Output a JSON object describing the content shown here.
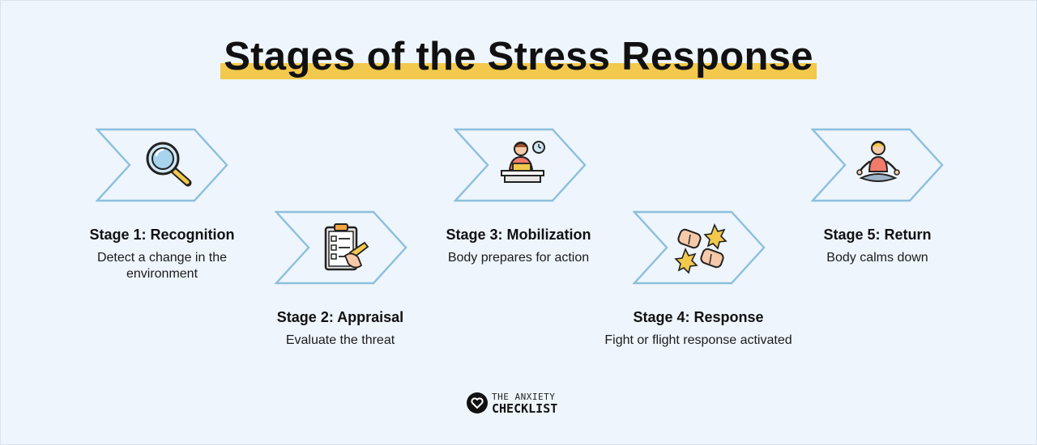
{
  "title": "Stages of the Stress Response",
  "stages": [
    {
      "name": "Stage 1: Recognition",
      "desc": "Detect a change in the environment",
      "icon": "magnifying-glass-icon"
    },
    {
      "name": "Stage 2: Appraisal",
      "desc": "Evaluate the threat",
      "icon": "clipboard-checklist-icon"
    },
    {
      "name": "Stage 3: Mobilization",
      "desc": "Body prepares for action",
      "icon": "person-at-desk-clock-icon"
    },
    {
      "name": "Stage 4: Response",
      "desc": "Fight or flight response activated",
      "icon": "fist-bump-icon"
    },
    {
      "name": "Stage 5: Return",
      "desc": "Body calms down",
      "icon": "meditating-person-icon"
    }
  ],
  "logo": {
    "line1": "THE ANXIETY",
    "line2": "CHECKLIST",
    "icon": "heart-logo-icon"
  },
  "colors": {
    "chevron_stroke": "#8cbfdd",
    "highlight": "#f2c94c",
    "background": "#eef5fc"
  }
}
